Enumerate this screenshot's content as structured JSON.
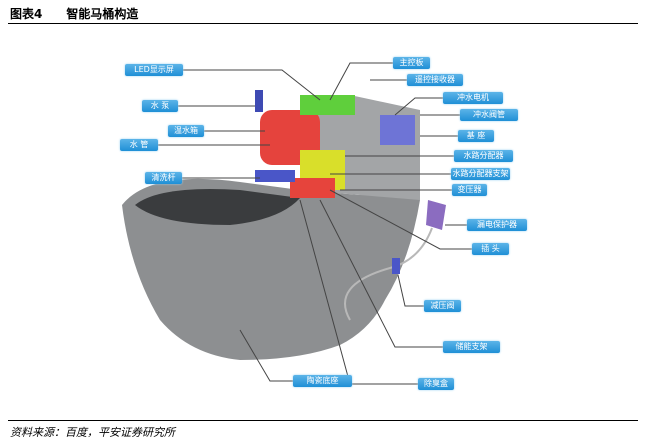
{
  "header": {
    "figure_no": "图表4",
    "title": "智能马桶构造"
  },
  "labels": {
    "led": "LED显示屏",
    "pump": "水 泵",
    "tank": "温水箱",
    "pipe": "水 管",
    "wand": "清洗杆",
    "board": "主控板",
    "remote": "遥控接收器",
    "motor": "冲水电机",
    "valve": "冲水阀管",
    "base": "基 座",
    "dist": "水路分配器",
    "dist_bracket": "水路分配器支架",
    "transformer": "变压器",
    "leak": "漏电保护器",
    "plug": "插 头",
    "reducer": "减压阀",
    "bracket": "储能支架",
    "ceramic": "陶瓷底座",
    "deodor": "除臭盒"
  },
  "footer": {
    "source": "资料来源：百度，平安证券研究所"
  }
}
